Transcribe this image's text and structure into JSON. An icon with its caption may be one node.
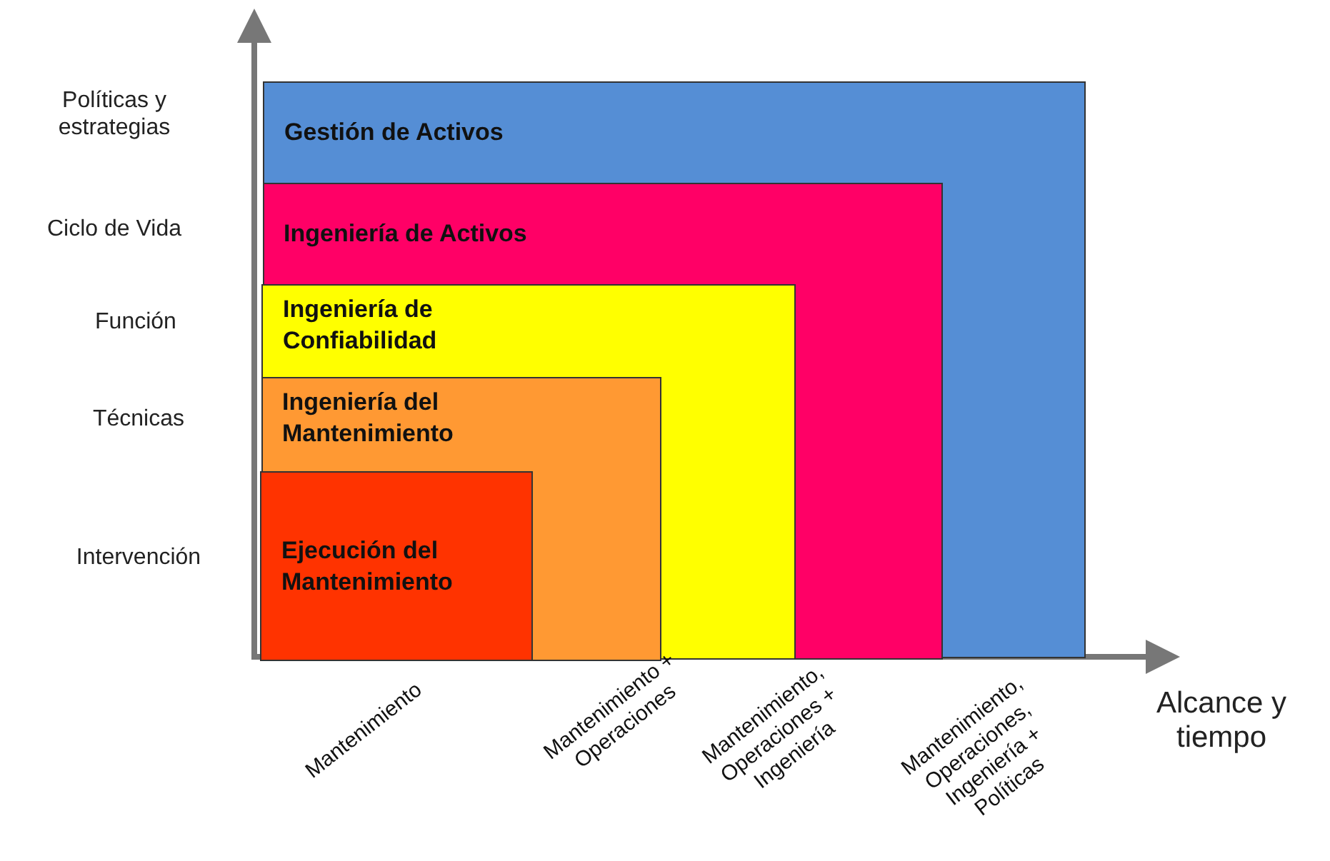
{
  "diagram": {
    "nodes": [
      {
        "text": [
          "Gestión de Activos"
        ]
      },
      {
        "text": [
          "Ingeniería de Activos"
        ],
        "in": 0
      },
      {
        "text": [
          "Ingeniería de Confiabilidad"
        ],
        "in": 1
      },
      {
        "text": [
          "Ingeniería del Mantenimiento"
        ],
        "in": 2
      },
      {
        "text": [
          "Ejecución del Mantenimiento"
        ],
        "in": 3
      }
    ],
    "labels": [
      "Políticas y estrategias",
      "Ciclo de Vida",
      "Función",
      "Técnicas",
      "Intervención",
      "Mantenimiento",
      "Mantenimiento + Operaciones",
      "Mantenimiento, Operaciones + Ingeniería",
      "Mantenimiento, Operaciones, Ingeniería + Políticas",
      "Alcance y tiempo"
    ]
  }
}
